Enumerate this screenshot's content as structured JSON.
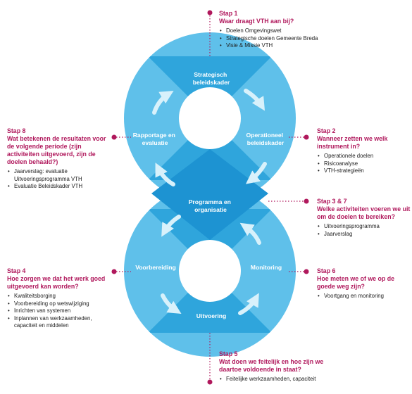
{
  "colors": {
    "light_blue": "#5fc0ea",
    "mid_blue": "#2fa5dc",
    "dark_blue": "#1d93d2",
    "magenta": "#b0185c",
    "arrow": "#d8f1fb",
    "leader_line": "#b0185c"
  },
  "diagram": {
    "segments": {
      "strategic": "Strategisch beleidskader",
      "report": "Rapportage en evaluatie",
      "operational": "Operationeel beleidskader",
      "program": "Programma en organisatie",
      "prepare": "Voorbereiding",
      "monitor": "Monitoring",
      "execute": "Uitvoering"
    }
  },
  "steps": {
    "s1": {
      "step": "Stap 1",
      "question": "Waar draagt VTH aan bij?",
      "items": [
        "Doelen Omgevingswet",
        "Strategische doelen Gemeente Breda",
        "Visie & Missie VTH"
      ]
    },
    "s2": {
      "step": "Stap 2",
      "question": "Wanneer zetten we welk instrument in?",
      "items": [
        "Operationele doelen",
        "Risicoanalyse",
        "VTH-strategieën"
      ]
    },
    "s37": {
      "step": "Stap 3 & 7",
      "question": "Welke activiteiten voeren we uit om de doelen te bereiken?",
      "items": [
        "Uitvoeringsprogramma",
        "Jaarverslag"
      ]
    },
    "s4": {
      "step": "Stap 4",
      "question": "Hoe zorgen we dat het werk goed uitgevoerd kan worden?",
      "items": [
        "Kwaliteitsborging",
        "Voorbereiding op wetswijziging",
        "Inrichten van systemen",
        "Inplannen van werkzaamheden, capaciteit en middelen"
      ]
    },
    "s5": {
      "step": "Stap 5",
      "question": "Wat doen we feitelijk en hoe zijn we daartoe voldoende in staat?",
      "items": [
        "Feitelijke werkzaamheden, capaciteit"
      ]
    },
    "s6": {
      "step": "Stap 6",
      "question": "Hoe meten we of we op de goede weg zijn?",
      "items": [
        "Voortgang en monitoring"
      ]
    },
    "s8": {
      "step": "Stap 8",
      "question": "Wat betekenen de resultaten voor de volgende periode (zijn activiteiten uitgevoerd, zijn de doelen behaald?)",
      "items": [
        "Jaarverslag: evaluatie Uitvoeringsprogramma VTH",
        "Evaluatie Beleidskader VTH"
      ]
    }
  }
}
